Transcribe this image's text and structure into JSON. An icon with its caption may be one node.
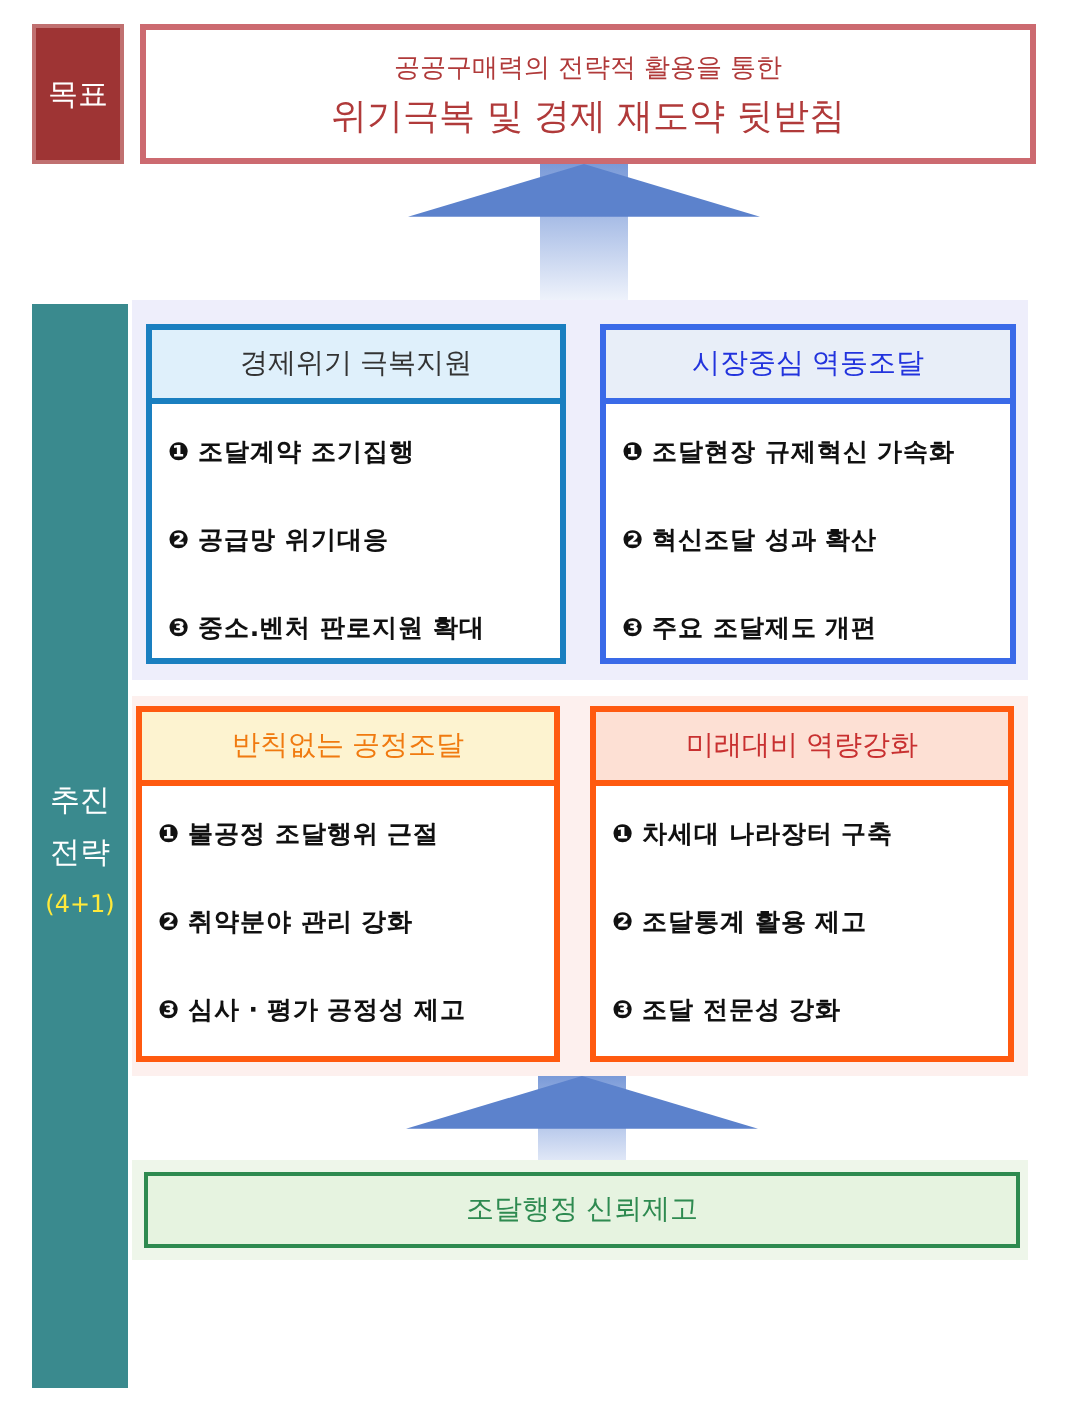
{
  "diagram": {
    "nodes": [
      {
        "text": [
          "목표"
        ]
      },
      {
        "text": [
          "공공구매력의 전략적 활용을 통한",
          "위기극복 및 경제 재도약 뒷받침"
        ]
      },
      {
        "text": [
          "추진 전략",
          "(4+1)"
        ]
      },
      {
        "text": [],
        "shape": "box"
      },
      {
        "text": [
          "경제위기 극복지원",
          "❶ 조달계약 조기집행",
          "❷ 공급망 위기대응",
          "❸ 중소.벤처 판로지원 확대"
        ],
        "in": 3
      },
      {
        "text": [
          "시장중심 역동조달",
          "❶ 조달현장 규제혁신 가속화",
          "❷ 혁신조달 성과 확산",
          "❸ 주요 조달제도 개편"
        ],
        "in": 3
      },
      {
        "text": [],
        "shape": "box"
      },
      {
        "text": [
          "반칙없는 공정조달",
          "❶ 불공정 조달행위 근절",
          "❷ 취약분야 관리 강화",
          "❸ 심사 · 평가 공정성 제고"
        ],
        "in": 6
      },
      {
        "text": [
          "미래대비 역량강화",
          "❶ 차세대 나라장터 구축",
          "❷ 조달통계 활용 제고",
          "❸ 조달 전문성 강화"
        ],
        "in": 6
      },
      {
        "text": [
          "조달행정 신뢰제고"
        ]
      }
    ],
    "edges": [
      {
        "from": 3,
        "to": 1,
        "arrow": "to"
      },
      {
        "from": 9,
        "to": 6,
        "arrow": "to"
      }
    ]
  }
}
